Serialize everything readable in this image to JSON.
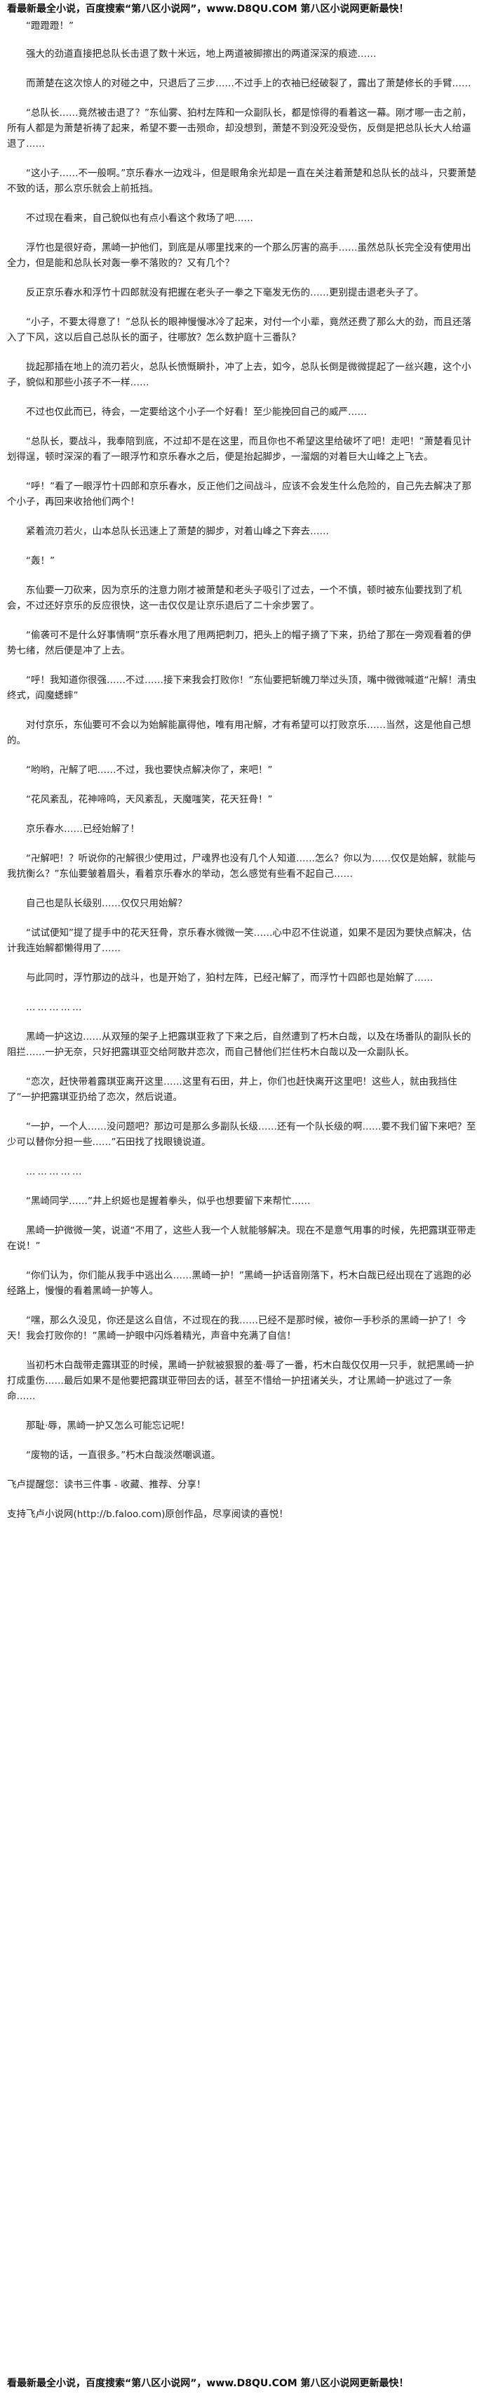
{
  "banner": {
    "top": "看最新最全小说，百度搜索“第八区小说网”，www.D8QU.COM 第八区小说网更新最快！",
    "bottom": "看最新最全小说，百度搜索“第八区小说网”，www.D8QU.COM 第八区小说网更新最快！"
  },
  "paragraphs": [
    "“蹬蹬蹬！”",
    "强大的劲道直接把总队长击退了数十米远，地上两道被脚擦出的两道深深的痕迹……",
    "而萧楚在这次惊人的对碰之中，只退后了三步……不过手上的衣袖已经破裂了，露出了萧楚修长的手臂……",
    "“总队长……竟然被击退了？”东仙雾、狛村左阵和一众副队长，都是惊得的看着这一幕。刚才哪一击之前，所有人都是为萧楚祈祷了起来，希望不要一击殒命，却没想到，萧楚不到没死没受伤，反倒是把总队长大人给逼退了……",
    "“这小子……不一般啊。”京乐春水一边戏斗，但是眼角余光却是一直在关注着萧楚和总队长的战斗，只要萧楚不致的话，那么京乐就会上前抵挡。",
    "不过现在看来，自己貌似也有点小看这个救场了吧……",
    "浮竹也是很好奇，黑崎一护他们，到底是从哪里找来的一个那么厉害的高手……虽然总队长完全没有使用出全力，但是能和总队长对轰一拳不落败的？又有几个？",
    "反正京乐春水和浮竹十四郎就没有把握在老头子一拳之下毫发无伤的……更别提击退老头子了。",
    "“小子，不要太得意了！”总队长的眼神慢慢冰冷了起来，对付一个小辈，竟然还费了那么大的劲，而且还落入了下风，这以后自己总队长的面子，往哪放？怎么数护庭十三番队？",
    "拢起那插在地上的流刃若火，总队长愤慨瞬扑，冲了上去，如今，总队长倒是微微提起了一丝兴趣，这个小子，貌似和那些小孩子不一样……",
    "不过也仅此而已，待会，一定要给这个小子一个好看！至少能挽回自己的威严……",
    "“总队长，要战斗，我奉陪到底，不过却不是在这里，而且你也不希望这里给破坏了吧！走吧！”萧楚看见计划得逞，顿时深深的看了一眼浮竹和京乐春水之后，便是抬起脚步，一溜烟的对着巨大山峰之上飞去。",
    "“呼！”看了一眼浮竹十四郎和京乐春水，反正他们之间战斗，应该不会发生什么危险的，自己先去解决了那个小子，再回来收拾他们两个！",
    "紧着流刃若火，山本总队长迅速上了萧楚的脚步，对着山峰之下奔去……",
    "“轰！”",
    "东仙要一刀砍来，因为京乐的注意力刚才被萧楚和老头子吸引了过去，一个不慎，顿时被东仙要找到了机会，不过还好京乐的反应很快，这一击仅仅是让京乐退后了二十余步罢了。",
    "“偷袭可不是什么好事情啊”京乐春水甩了甩两把刺刀，把头上的帽子摘了下来，扔给了那在一旁观看着的伊势七绪，然后便是冲了上去。",
    "“呼！我知道你很强……不过……接下来我会打败你！”东仙要把斩魄刀举过头顶，嘴中微微喊道“卍解！清虫终式，阎魔蟋蟀”",
    "对付京乐，东仙要可不会以为始解能赢得他，唯有用卍解，才有希望可以打败京乐……当然，这是他自己想的。",
    "“哟哟，卍解了吧……不过，我也要快点解决你了，来吧！”",
    "“花风紊乱，花神啼鸣，天风紊乱，天魔嗤笑，花天狂骨！”",
    "京乐春水……已经始解了！",
    "“卍解吧！？听说你的卍解很少使用过，尸魂界也没有几个人知道……怎么？你以为……仅仅是始解，就能与我抗衡么？”东仙要皱着眉头，看着京乐春水的举动，怎么感觉有些看不起自己……",
    "自己也是队长级别……仅仅只用始解？",
    "“试试便知”提了提手中的花天狂骨，京乐春水微微一笑……心中忍不住说道，如果不是因为要快点解决，估计我连始解都懒得用了……",
    "与此同时，浮竹那边的战斗，也是开始了，狛村左阵，已经卍解了，而浮竹十四郎也是始解了……",
    "……………",
    "黑崎一护这边……从双殛的架子上把露琪亚救了下来之后，自然遭到了朽木白哉，以及在场番队的副队长的阻拦……一护无奈，只好把露琪亚交给阿散井恋次，而自己替他们拦住朽木白哉以及一众副队长。",
    "“恋次，赶快带着露琪亚离开这里……这里有石田，井上，你们也赶快离开这里吧！这些人，就由我挡住了”一护把露琪亚扔给了恋次，然后说道。",
    "“一护，一个人……没问题吧？那边可是那么多副队长级……还有一个队长级的啊……要不我们留下来吧？至少可以替你分担一些……”石田找了找眼镜说道。",
    "……………",
    "“黑崎同学……”井上织姬也是握着拳头，似乎也想要留下来帮忙……",
    "黑崎一护微微一笑，说道“不用了，这些人我一个人就能够解决。现在不是意气用事的时候，先把露琪亚带走在说！”",
    "“你们认为，你们能从我手中逃出么……黑崎一护！”黑崎一护话音刚落下，朽木白哉已经出现在了逃跑的必经路上，慢慢的看着黑崎一护等人。",
    "“嘿，那么久没见，你还是这么自信，不过现在的我……已经不是那时候，被你一手秒杀的黑崎一护了！今天！我会打败你的！”黑崎一护眼中闪烁着精光，声音中充满了自信！",
    "当初朽木白哉带走露琪亚的时候，黑崎一护就被狠狠的羞·辱了一番，朽木白哉仅仅用一只手，就把黑崎一护打成重伤……最后如果不是他要把露琪亚带回去的话，甚至不惜给一护扭诸关头，才让黑崎一护逃过了一条命……",
    "那耻·辱，黑崎一护又怎么可能忘记呢！",
    "“废物的话，一直很多。”朽木白哉淡然嘲讽道。",
    "飞卢提醒您：读书三件事 - 收藏、推荐、分享！",
    "支持飞卢小说网(http://b.faloo.com)原创作品，尽享阅读的喜悦！"
  ]
}
